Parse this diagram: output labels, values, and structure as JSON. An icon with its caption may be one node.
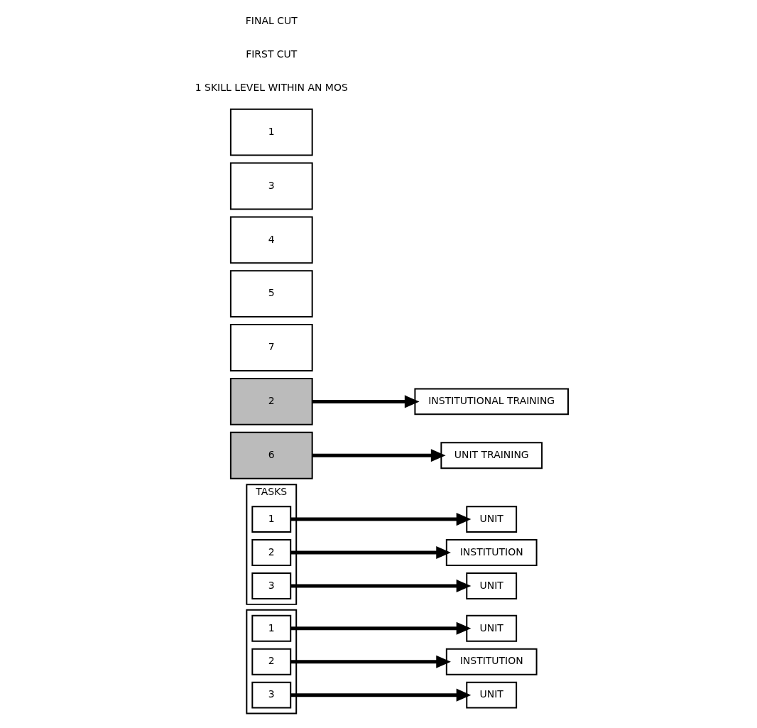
{
  "diagram": {
    "nodes": [
      {
        "text": [
          "1"
        ]
      },
      {
        "text": [
          "2"
        ]
      },
      {
        "text": [
          "3"
        ]
      },
      {
        "text": [
          "4"
        ]
      },
      {
        "text": [
          "5"
        ]
      },
      {
        "text": [
          "6"
        ]
      },
      {
        "text": [
          "7"
        ]
      },
      {
        "text": [
          "INSTITUTIONAL TRAINING"
        ]
      },
      {
        "text": [
          "TASKS"
        ]
      },
      {
        "text": [
          "1"
        ],
        "in": 8
      },
      {
        "text": [
          "2"
        ],
        "in": 8
      },
      {
        "text": [
          "3"
        ],
        "in": 8
      },
      {
        "text": [
          "UNIT TRAINING"
        ]
      },
      {
        "text": [],
        "shape": "box"
      },
      {
        "text": [
          "1"
        ],
        "in": 13
      },
      {
        "text": [
          "2"
        ],
        "in": 13
      },
      {
        "text": [
          "3"
        ],
        "in": 13
      },
      {
        "text": [
          "UNIT"
        ]
      },
      {
        "text": [
          "INSTITUTION"
        ]
      },
      {
        "text": [
          "UNIT"
        ]
      },
      {
        "text": [
          "UNIT"
        ]
      },
      {
        "text": [
          "INSTITUTION"
        ]
      },
      {
        "text": [
          "UNIT"
        ]
      }
    ],
    "edges": [
      {
        "from": 1,
        "to": 7,
        "arrow": "to"
      },
      {
        "from": 9,
        "to": 17,
        "arrow": "to"
      },
      {
        "from": 10,
        "to": 18,
        "arrow": "to"
      },
      {
        "from": 11,
        "to": 19,
        "arrow": "to"
      },
      {
        "from": 5,
        "to": 12,
        "arrow": "to"
      },
      {
        "from": 14,
        "to": 20,
        "arrow": "to"
      },
      {
        "from": 15,
        "to": 21,
        "arrow": "to"
      },
      {
        "from": 16,
        "to": 22,
        "arrow": "to"
      }
    ],
    "labels": [
      "1 SKILL LEVEL WITHIN AN MOS",
      "FIRST CUT",
      "FINAL CUT"
    ]
  }
}
